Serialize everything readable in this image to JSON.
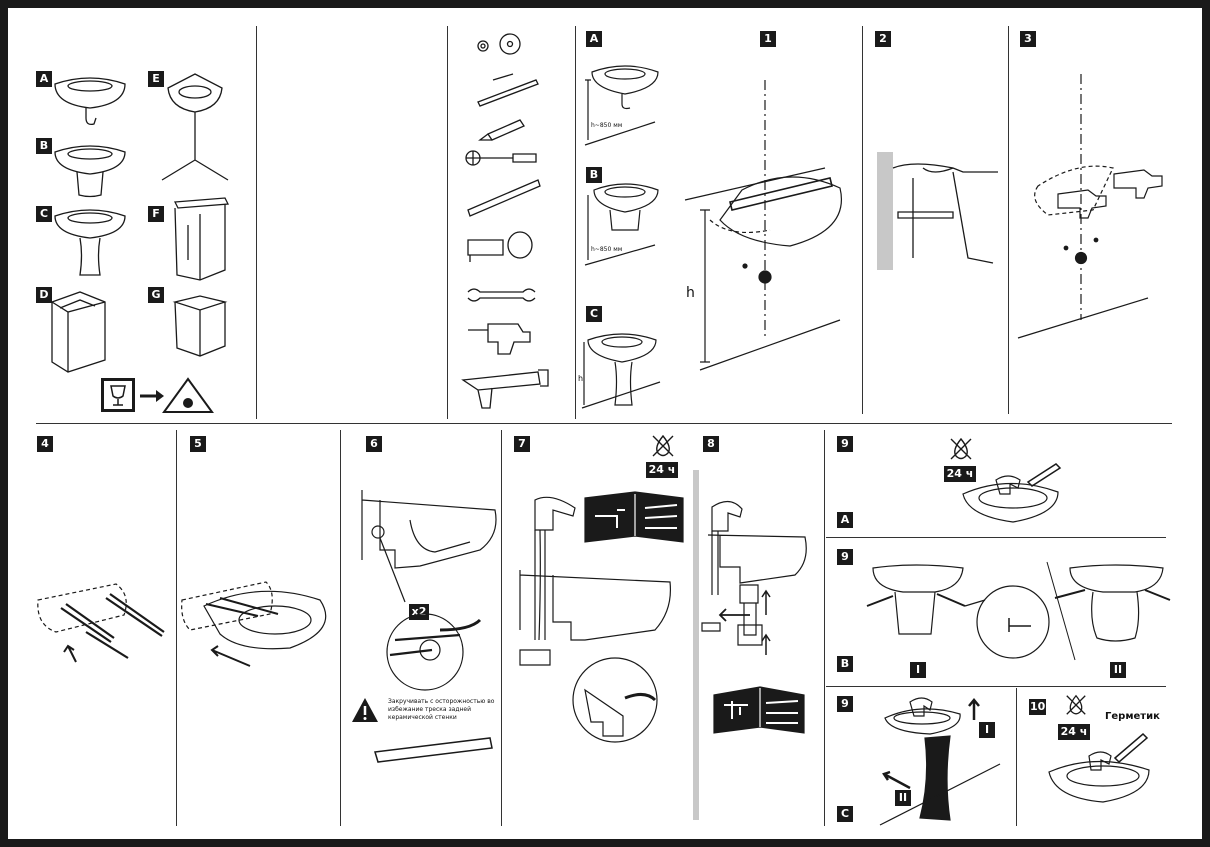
{
  "models": {
    "A": "A",
    "B": "B",
    "C": "C",
    "D": "D",
    "E": "E",
    "F": "F",
    "G": "G"
  },
  "install_variants": {
    "A": "A",
    "B": "B",
    "C": "C"
  },
  "height_label": "h~850 мм",
  "h_label": "h",
  "steps": {
    "s1": "1",
    "s2": "2",
    "s3": "3",
    "s4": "4",
    "s5": "5",
    "s6": "6",
    "s7": "7",
    "s8": "8",
    "s9a": "9",
    "s9b": "9",
    "s9c": "9",
    "s10": "10"
  },
  "step9_variants": {
    "a": "A",
    "b": "B",
    "c": "C"
  },
  "roman": {
    "i": "I",
    "ii": "II"
  },
  "pedestal_marks": {
    "i": "I",
    "ii": "II"
  },
  "cure_time": "24 ч",
  "multiplier": "x2",
  "warning_text": "Закручивать с осторожностью во избежание треска задней керамической стенки",
  "sealant_label": "Герметик",
  "colors": {
    "ink": "#1a1a1a",
    "wall": "#c8c8c8"
  },
  "icons": [
    "fragile-icon",
    "warning-icon",
    "no-water-icon",
    "manual-book-icon"
  ]
}
